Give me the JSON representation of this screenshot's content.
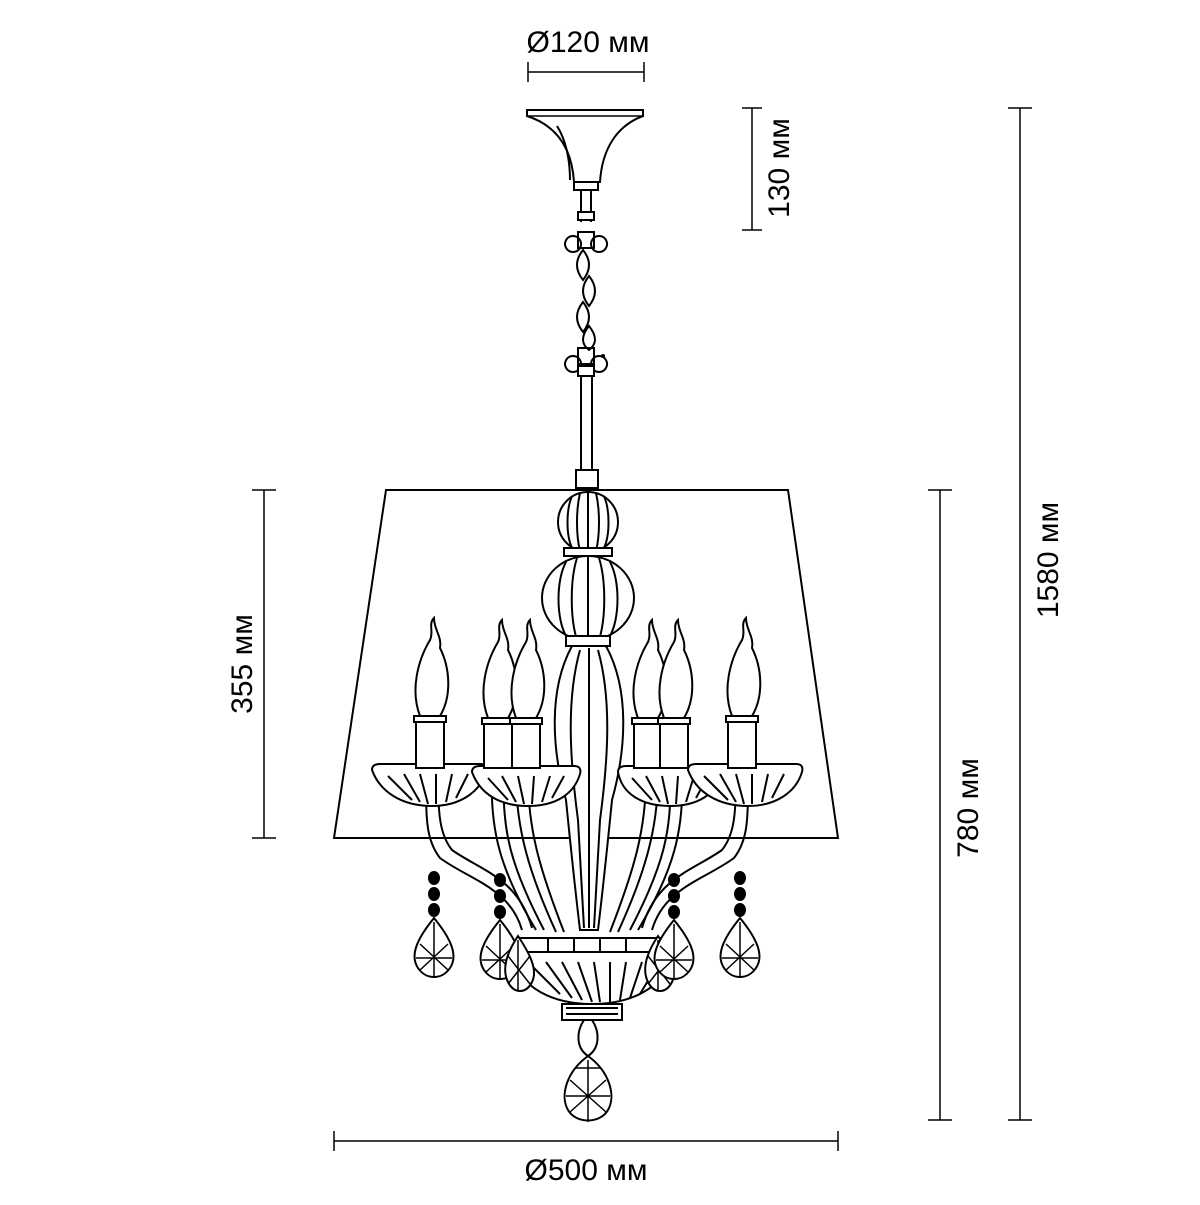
{
  "dimensions": {
    "canopy_diameter": "Ø120 мм",
    "canopy_height": "130 мм",
    "total_height": "1580 мм",
    "shade_height": "355 мм",
    "body_height": "780 мм",
    "shade_diameter": "Ø500 мм"
  },
  "colors": {
    "line": "#000000",
    "background": "#ffffff"
  }
}
